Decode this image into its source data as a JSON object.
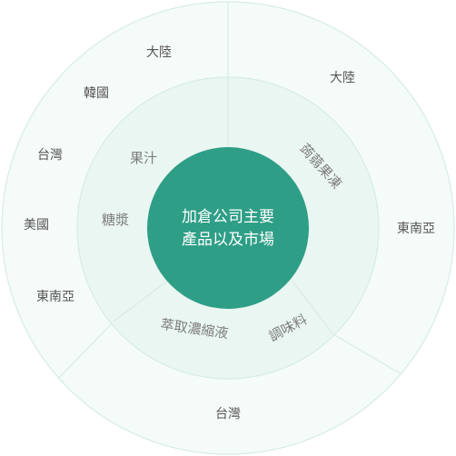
{
  "colors": {
    "outer_ring_fill": "#f5fbf9",
    "ring_stroke": "#d6ece6",
    "inner_ring_fill": "#eaf6f2",
    "center_fill": "#2e9e86",
    "center_text": "#ffffff",
    "outer_text": "#555555",
    "inner_text": "#7d7d7d"
  },
  "center": {
    "line1": "加倉公司主要",
    "line2": "產品以及市場"
  },
  "products": [
    {
      "label": "果汁"
    },
    {
      "label": "糖漿"
    },
    {
      "label": "萃取濃縮液"
    },
    {
      "label": "調味料"
    },
    {
      "label": "蒟蒻果凍"
    }
  ],
  "markets": {
    "juice_syrup": [
      "大陸",
      "韓國",
      "台灣",
      "美國",
      "東南亞"
    ],
    "konjac_jelly": [
      "大陸",
      "東南亞"
    ],
    "extract_seasoning": [
      "台灣"
    ]
  }
}
